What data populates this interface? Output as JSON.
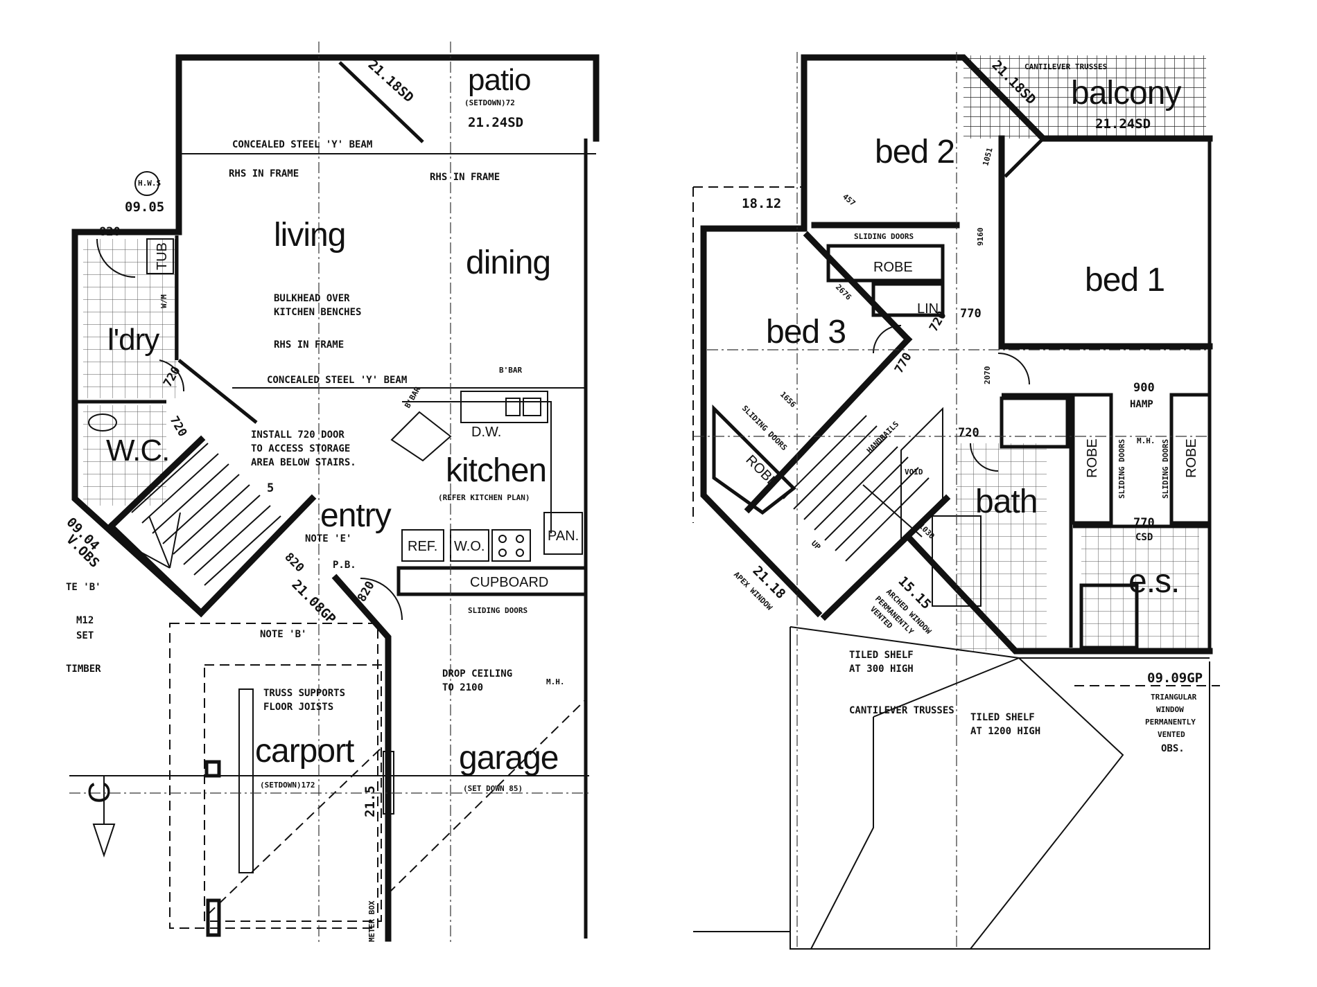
{
  "plans": {
    "ground": {
      "rooms": {
        "patio": "patio",
        "living": "living",
        "dining": "dining",
        "laundry": "l'dry",
        "wc": "W.C.",
        "kitchen": "kitchen",
        "entry": "entry",
        "carport": "carport",
        "garage": "garage"
      },
      "fixtures": {
        "tub": "TUB",
        "wm": "W/M",
        "dw": "D.W.",
        "ref": "REF.",
        "wo": "W.O.",
        "pan": "PAN.",
        "cupboard": "CUPBOARD",
        "mh": "M.H.",
        "hws": "H.W.S",
        "pb": "P.B."
      },
      "notes": {
        "patio_setdown": "(SETDOWN)72",
        "patio_level": "21.24SD",
        "door_level": "21.18SD",
        "steel_beam_top": "CONCEALED STEEL 'Y' BEAM",
        "rhs_left": "RHS IN FRAME",
        "rhs_right": "RHS IN FRAME",
        "hws_level": "09.05",
        "bulkhead_1": "BULKHEAD OVER",
        "bulkhead_2": "KITCHEN BENCHES",
        "rhs_mid": "RHS IN FRAME",
        "steel_beam_mid": "CONCEALED STEEL 'Y' BEAM",
        "bbar_top": "B'BAR",
        "bbar_side": "B'BAR",
        "install_1": "INSTALL 720 DOOR",
        "install_2": "TO ACCESS STORAGE",
        "install_3": "AREA BELOW STAIRS.",
        "kitchen_ref": "(REFER KITCHEN PLAN)",
        "note_e": "NOTE 'E'",
        "note_b": "NOTE 'B'",
        "note_b_left": "TE 'B'",
        "level_2108": "21.08GP",
        "sliding_doors": "SLIDING DOORS",
        "drop_1": "DROP CEILING",
        "drop_2": "TO 2100",
        "truss_1": "TRUSS SUPPORTS",
        "truss_2": "FLOOR JOISTS",
        "carport_setdown": "(SETDOWN)172",
        "garage_setdown": "(SET DOWN 85)",
        "carport_level": "21.5",
        "left_level_1": "09.04",
        "left_level_2": "V.OBS",
        "left_m12": "M12",
        "left_set": "SET",
        "left_timber": "TIMBER",
        "section": "C",
        "meter_box": "METER BOX",
        "dim_820_a": "820",
        "dim_720_a": "720",
        "dim_720_b": "720",
        "dim_820_b": "820",
        "dim_820_c": "820",
        "dim_5": "5"
      }
    },
    "upper": {
      "rooms": {
        "balcony": "balcony",
        "bed2": "bed 2",
        "bed1": "bed 1",
        "bed3": "bed 3",
        "bath": "bath",
        "es": "e.s."
      },
      "fixtures": {
        "robe_top": "ROBE",
        "lin": "LIN",
        "robe_left": "ROBE",
        "robe_mid": "ROBE",
        "robe_right": "ROBE",
        "hamp": "HAMP",
        "mh": "M.H.",
        "csd": "CSD",
        "void": "VOID",
        "up": "UP"
      },
      "notes": {
        "cantilever_top": "CANTILEVER TRUSSES",
        "balcony_level": "21.24SD",
        "door_level": "21.18SD",
        "level_1812": "18.12",
        "dim_457": "457",
        "dim_1051": "1051",
        "sliding_doors_top": "SLIDING DOORS",
        "dim_2676": "2676",
        "dim_9160": "9160",
        "dim_770_a": "770",
        "dim_720_top": "720",
        "dim_770_b": "770",
        "dim_2070": "2070",
        "dim_1656": "1656",
        "sliding_doors_left": "SLIDING DOORS",
        "handrails": "HANDRAILS",
        "dim_720_bath": "720",
        "dim_900": "900",
        "sliding_doors_v1": "SLIDING DOORS",
        "sliding_doors_v2": "SLIDING DOORS",
        "dim_770_c": "770",
        "dim_1030": "1030",
        "bath_level": "15.15",
        "arched_1": "ARCHED WINDOW",
        "arched_2": "PERMANENTLY",
        "arched_3": "VENTED",
        "apex_level": "21.18",
        "apex_window": "APEX WINDOW",
        "tiled_shelf_1a": "TILED SHELF",
        "tiled_shelf_1b": "AT 300 HIGH",
        "cantilever_bottom": "CANTILEVER TRUSSES",
        "tiled_shelf_2a": "TILED SHELF",
        "tiled_shelf_2b": "AT 1200 HIGH",
        "level_0909": "09.09GP",
        "tri_1": "TRIANGULAR",
        "tri_2": "WINDOW",
        "tri_3": "PERMANENTLY",
        "tri_4": "VENTED",
        "tri_5": "OBS."
      }
    }
  }
}
